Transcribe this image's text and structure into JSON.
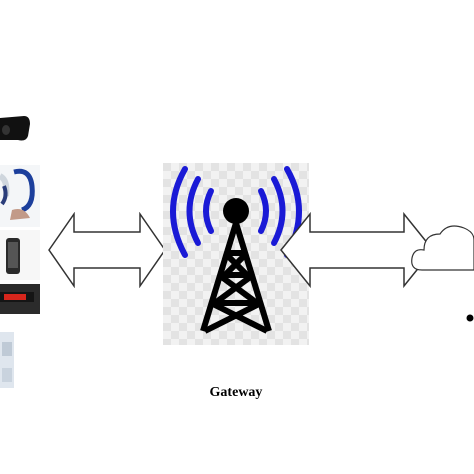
{
  "diagram": {
    "gateway_label": "Gateway",
    "devices": [
      {
        "icon": "vr-headset-icon"
      },
      {
        "icon": "hearing-aid-icon"
      },
      {
        "icon": "smartphone-icon"
      },
      {
        "icon": "fitness-band-icon"
      },
      {
        "icon": "wearable-device-icon"
      }
    ],
    "connections": [
      {
        "from": "wearable-devices",
        "to": "gateway",
        "type": "bidirectional"
      },
      {
        "from": "gateway",
        "to": "cloud",
        "type": "bidirectional"
      }
    ],
    "colors": {
      "signal_waves": "#1a1ad6",
      "tower": "#000000",
      "arrow_outline": "#333333",
      "checker_light": "#f2f2f2",
      "checker_dark": "#e3e3e3"
    }
  }
}
